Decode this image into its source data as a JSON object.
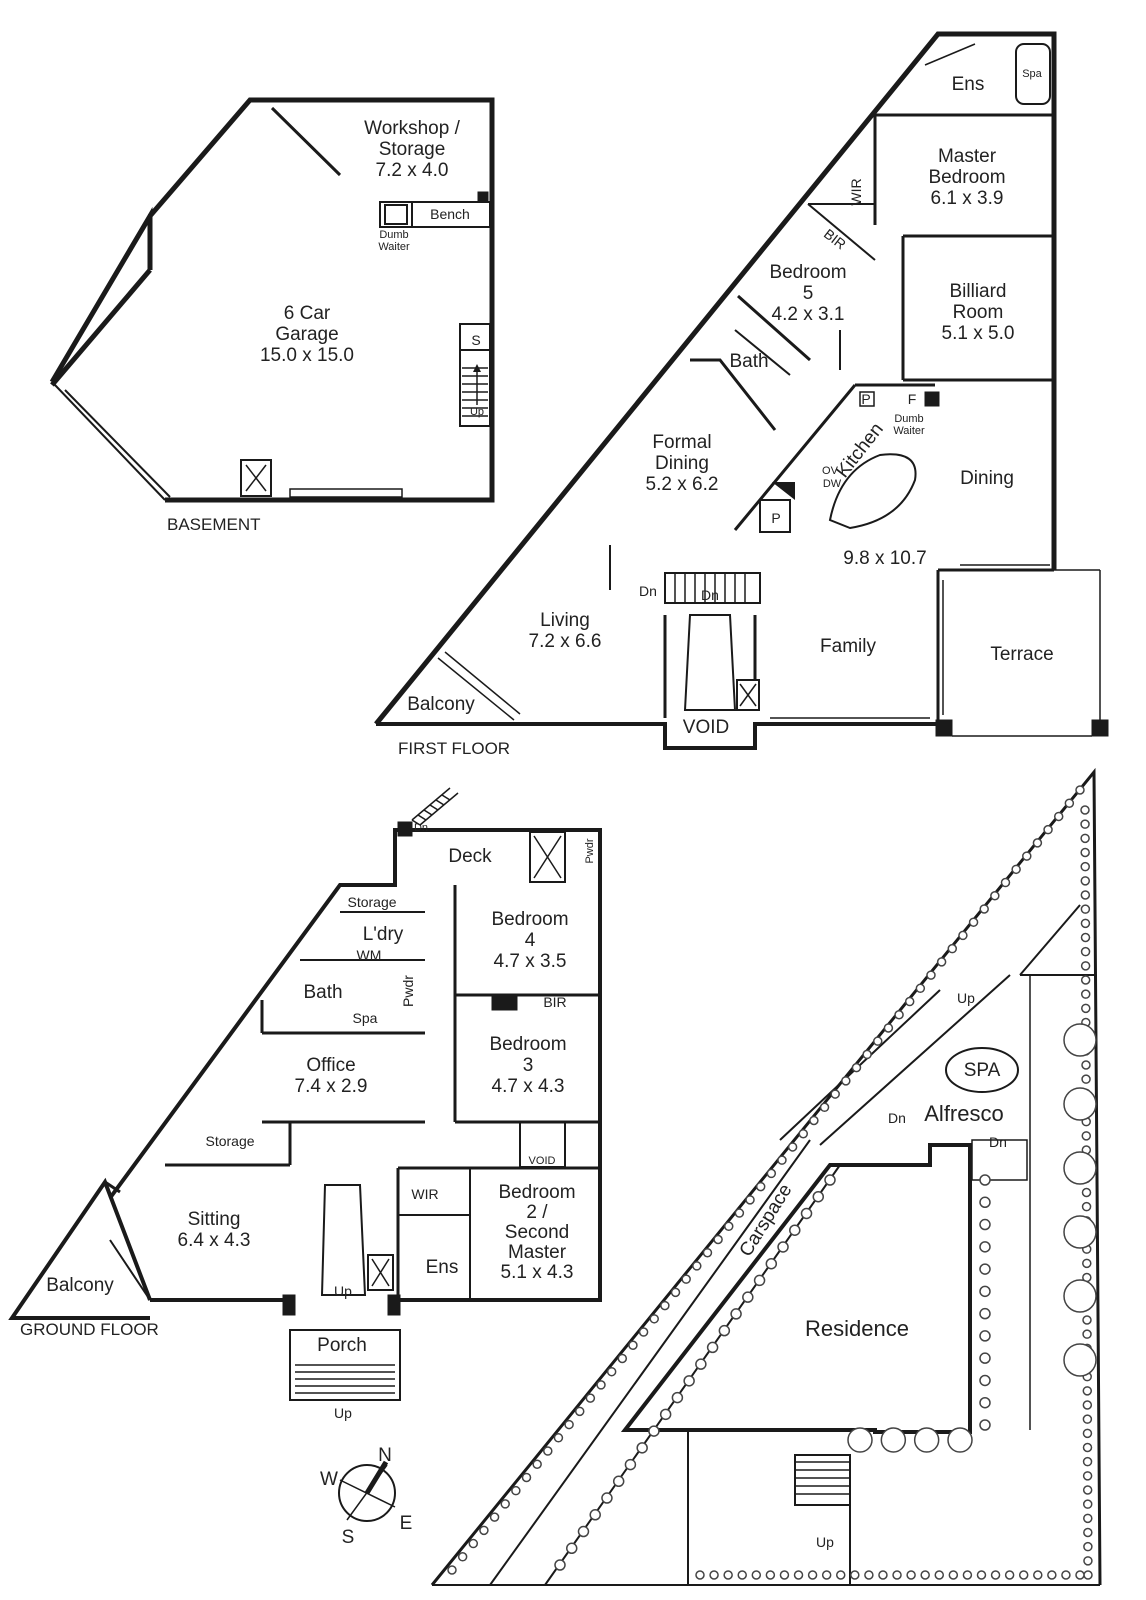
{
  "basement": {
    "caption": "BASEMENT",
    "workshop": {
      "name": "Workshop /\nStorage",
      "dims": "7.2 x 4.0"
    },
    "garage": {
      "name": "6 Car\nGarage",
      "dims": "15.0 x 15.0"
    },
    "bench": "Bench",
    "dumb_waiter": "Dumb\nWaiter",
    "stair_s": "S",
    "up": "Up"
  },
  "first_floor": {
    "caption": "FIRST FLOOR",
    "ens": "Ens",
    "spa": "Spa",
    "master": {
      "name": "Master\nBedroom",
      "dims": "6.1 x 3.9"
    },
    "wir": "WIR",
    "bir": "BIR",
    "bedroom5": {
      "name": "Bedroom\n5",
      "dims": "4.2 x 3.1"
    },
    "billiard": {
      "name": "Billiard\nRoom",
      "dims": "5.1 x 5.0"
    },
    "bath": "Bath",
    "p1": "P",
    "p2": "P",
    "f": "F",
    "dumb_waiter": "Dumb\nWaiter",
    "formal_dining": {
      "name": "Formal\nDining",
      "dims": "5.2 x 6.2"
    },
    "kitchen": "Kitchen",
    "ov": "OV",
    "dw": "DW",
    "dining": "Dining",
    "family_dims": "9.8 x 10.7",
    "living": {
      "name": "Living",
      "dims": "7.2 x 6.6"
    },
    "family": "Family",
    "terrace": "Terrace",
    "balcony": "Balcony",
    "void": "VOID",
    "dn1": "Dn",
    "dn2": "Dn"
  },
  "ground_floor": {
    "caption": "GROUND FLOOR",
    "deck": "Deck",
    "pwdr_top": "Pwdr",
    "storage_top": "Storage",
    "ldry": "L'dry",
    "wm": "WM",
    "bath": "Bath",
    "spa": "Spa",
    "pwdr": "Pwdr",
    "bedroom4": {
      "name": "Bedroom\n4",
      "dims": "4.7 x 3.5"
    },
    "bir": "BIR",
    "bedroom3": {
      "name": "Bedroom\n3",
      "dims": "4.7 x 4.3"
    },
    "office": {
      "name": "Office",
      "dims": "7.4 x 2.9"
    },
    "storage": "Storage",
    "void": "VOID",
    "sitting": {
      "name": "Sitting",
      "dims": "6.4 x 4.3"
    },
    "wir": "WIR",
    "bedroom2": {
      "name": "Bedroom\n2 /\nSecond\nMaster",
      "dims": "5.1 x 4.3"
    },
    "ens": "Ens",
    "balcony": "Balcony",
    "porch": "Porch",
    "up1": "Up",
    "up2": "Up",
    "dn": "Dn"
  },
  "site": {
    "spa": "SPA",
    "alfresco": "Alfresco",
    "carspace": "Carspace",
    "residence": "Residence",
    "up1": "Up",
    "up2": "Up",
    "dn1": "Dn",
    "dn2": "Dn"
  },
  "compass": {
    "n": "N",
    "s": "S",
    "e": "E",
    "w": "W"
  },
  "colors": {
    "wall": "#1a1a1a",
    "line": "#333333",
    "tree": "#444444"
  }
}
